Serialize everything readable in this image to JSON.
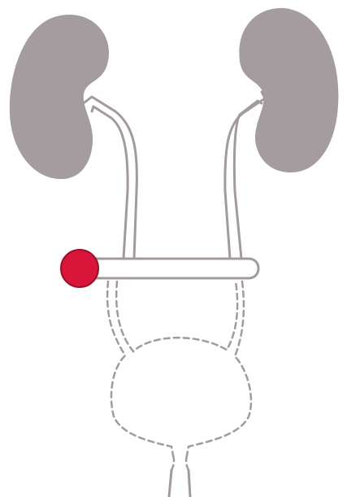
{
  "diagram": {
    "colors": {
      "kidney_fill": "#a59c9f",
      "outline": "#a39a9c",
      "stoma_fill": "#d91539",
      "stoma_stroke": "#9e0f28",
      "background": "#ffffff"
    },
    "structures": [
      {
        "name": "left-kidney",
        "style": "solid"
      },
      {
        "name": "right-kidney",
        "style": "solid"
      },
      {
        "name": "left-ureter",
        "style": "solid"
      },
      {
        "name": "right-ureter",
        "style": "solid"
      },
      {
        "name": "ileal-conduit",
        "style": "solid"
      },
      {
        "name": "stoma",
        "style": "filled"
      },
      {
        "name": "bladder",
        "style": "dashed"
      },
      {
        "name": "urethra",
        "style": "dashed-partial"
      }
    ]
  }
}
